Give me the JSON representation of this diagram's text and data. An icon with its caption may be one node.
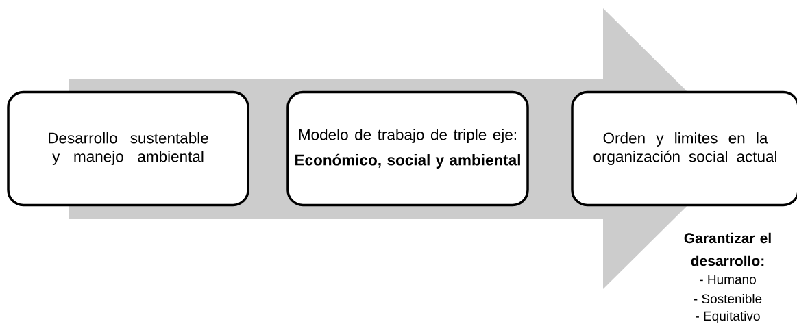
{
  "diagram": {
    "nodes": [
      {
        "text": [
          "Desarrollo sustentable y manejo ambiental"
        ]
      },
      {
        "text": [
          "Modelo de trabajo de triple eje:",
          "Económico, social y ambiental"
        ]
      },
      {
        "text": [
          "Orden y limites en la organización social actual"
        ]
      }
    ],
    "edges": [
      {
        "from": 0,
        "to": 2,
        "arrow": "to"
      }
    ],
    "labels": [
      "Garantizar el desarrollo:",
      "- Humano",
      "- Sostenible",
      "- Equitativo"
    ]
  }
}
